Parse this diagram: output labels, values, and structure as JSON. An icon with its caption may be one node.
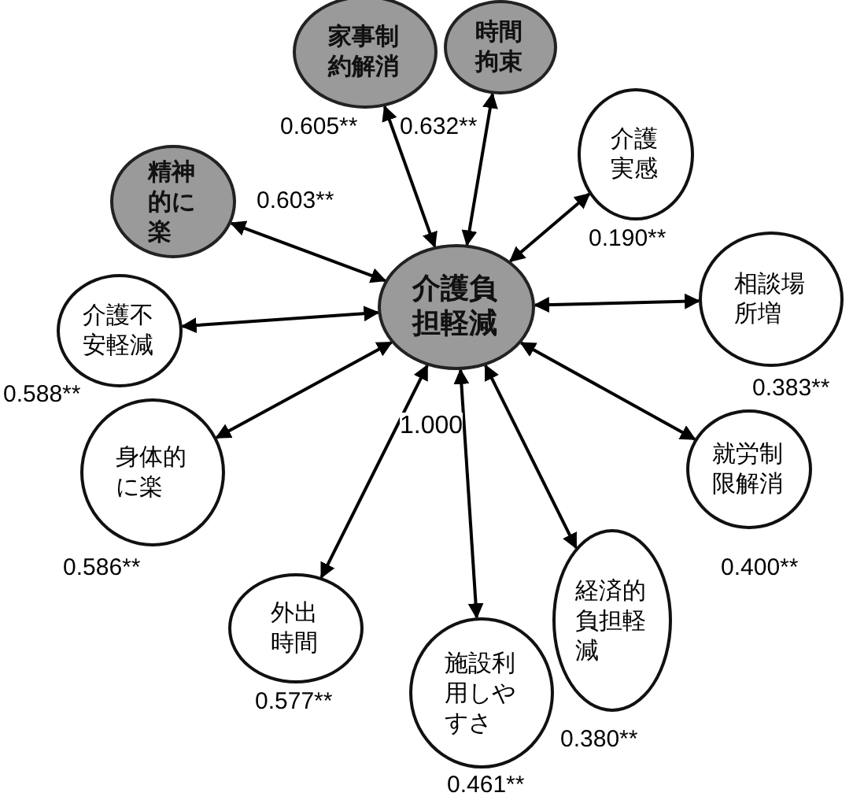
{
  "diagram": {
    "nodes": [
      {
        "text": [
          "介護負担軽減"
        ],
        "beside": [
          "1.000"
        ]
      },
      {
        "text": [
          "家事制約解消"
        ],
        "beside": [
          "0.605**"
        ]
      },
      {
        "text": [
          "時間拘束"
        ],
        "beside": [
          "0.632**"
        ]
      },
      {
        "text": [
          "精神的に楽"
        ],
        "beside": [
          "0.603**"
        ]
      },
      {
        "text": [
          "介護実感"
        ],
        "beside": [
          "0.190**"
        ]
      },
      {
        "text": [
          "介護不安軽減"
        ],
        "beside": [
          "0.588**"
        ]
      },
      {
        "text": [
          "相談場所増"
        ],
        "beside": [
          "0.383**"
        ]
      },
      {
        "text": [
          "身体的に楽"
        ],
        "beside": [
          "0.586**"
        ]
      },
      {
        "text": [
          "就労制限解消"
        ],
        "beside": [
          "0.400**"
        ]
      },
      {
        "text": [
          "外出時間"
        ],
        "beside": [
          "0.577**"
        ]
      },
      {
        "text": [
          "経済的負担軽減"
        ],
        "beside": [
          "0.380**"
        ]
      },
      {
        "text": [
          "施設利用しやすさ"
        ],
        "beside": [
          "0.461**"
        ]
      }
    ],
    "edges": [
      {
        "from": 0,
        "to": 1,
        "arrow": "both"
      },
      {
        "from": 0,
        "to": 2,
        "arrow": "both"
      },
      {
        "from": 0,
        "to": 3,
        "arrow": "both"
      },
      {
        "from": 0,
        "to": 4,
        "arrow": "both"
      },
      {
        "from": 0,
        "to": 5,
        "arrow": "both"
      },
      {
        "from": 0,
        "to": 6,
        "arrow": "both"
      },
      {
        "from": 0,
        "to": 7,
        "arrow": "both"
      },
      {
        "from": 0,
        "to": 8,
        "arrow": "both"
      },
      {
        "from": 0,
        "to": 9,
        "arrow": "both"
      },
      {
        "from": 0,
        "to": 10,
        "arrow": "both"
      },
      {
        "from": 0,
        "to": 11,
        "arrow": "both"
      }
    ]
  }
}
